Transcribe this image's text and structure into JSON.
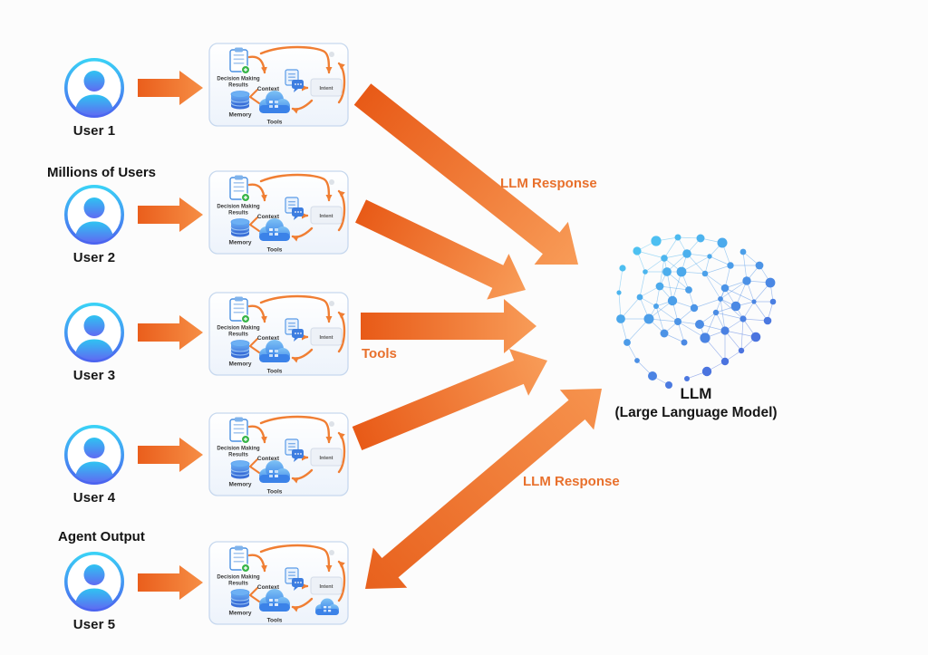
{
  "users": [
    {
      "label": "User 1"
    },
    {
      "label": "User 2"
    },
    {
      "label": "User 3"
    },
    {
      "label": "User 4"
    },
    {
      "label": "User 5"
    }
  ],
  "annotations": {
    "millions_of_users": "Millions of Users",
    "agent_output": "Agent Output"
  },
  "flow_labels": {
    "top": "LLM Response",
    "middle": "Tools",
    "bottom": "LLM Response"
  },
  "llm": {
    "title": "LLM",
    "subtitle": "(Large Language Model)"
  },
  "agent_box": {
    "decision_line1": "Decision Making",
    "decision_line2": "Results",
    "context": "Context",
    "memory": "Memory",
    "tools": "Tools",
    "intent": "Intent"
  },
  "colors": {
    "accent_orange": "#ED6B26",
    "orange_light": "#F79A55",
    "avatar_cyan": "#38C9F2",
    "avatar_blue": "#4F66F0",
    "box_border": "#C7D8EE",
    "brain_cyan": "#41C4EE",
    "brain_indigo": "#4B50D8"
  }
}
